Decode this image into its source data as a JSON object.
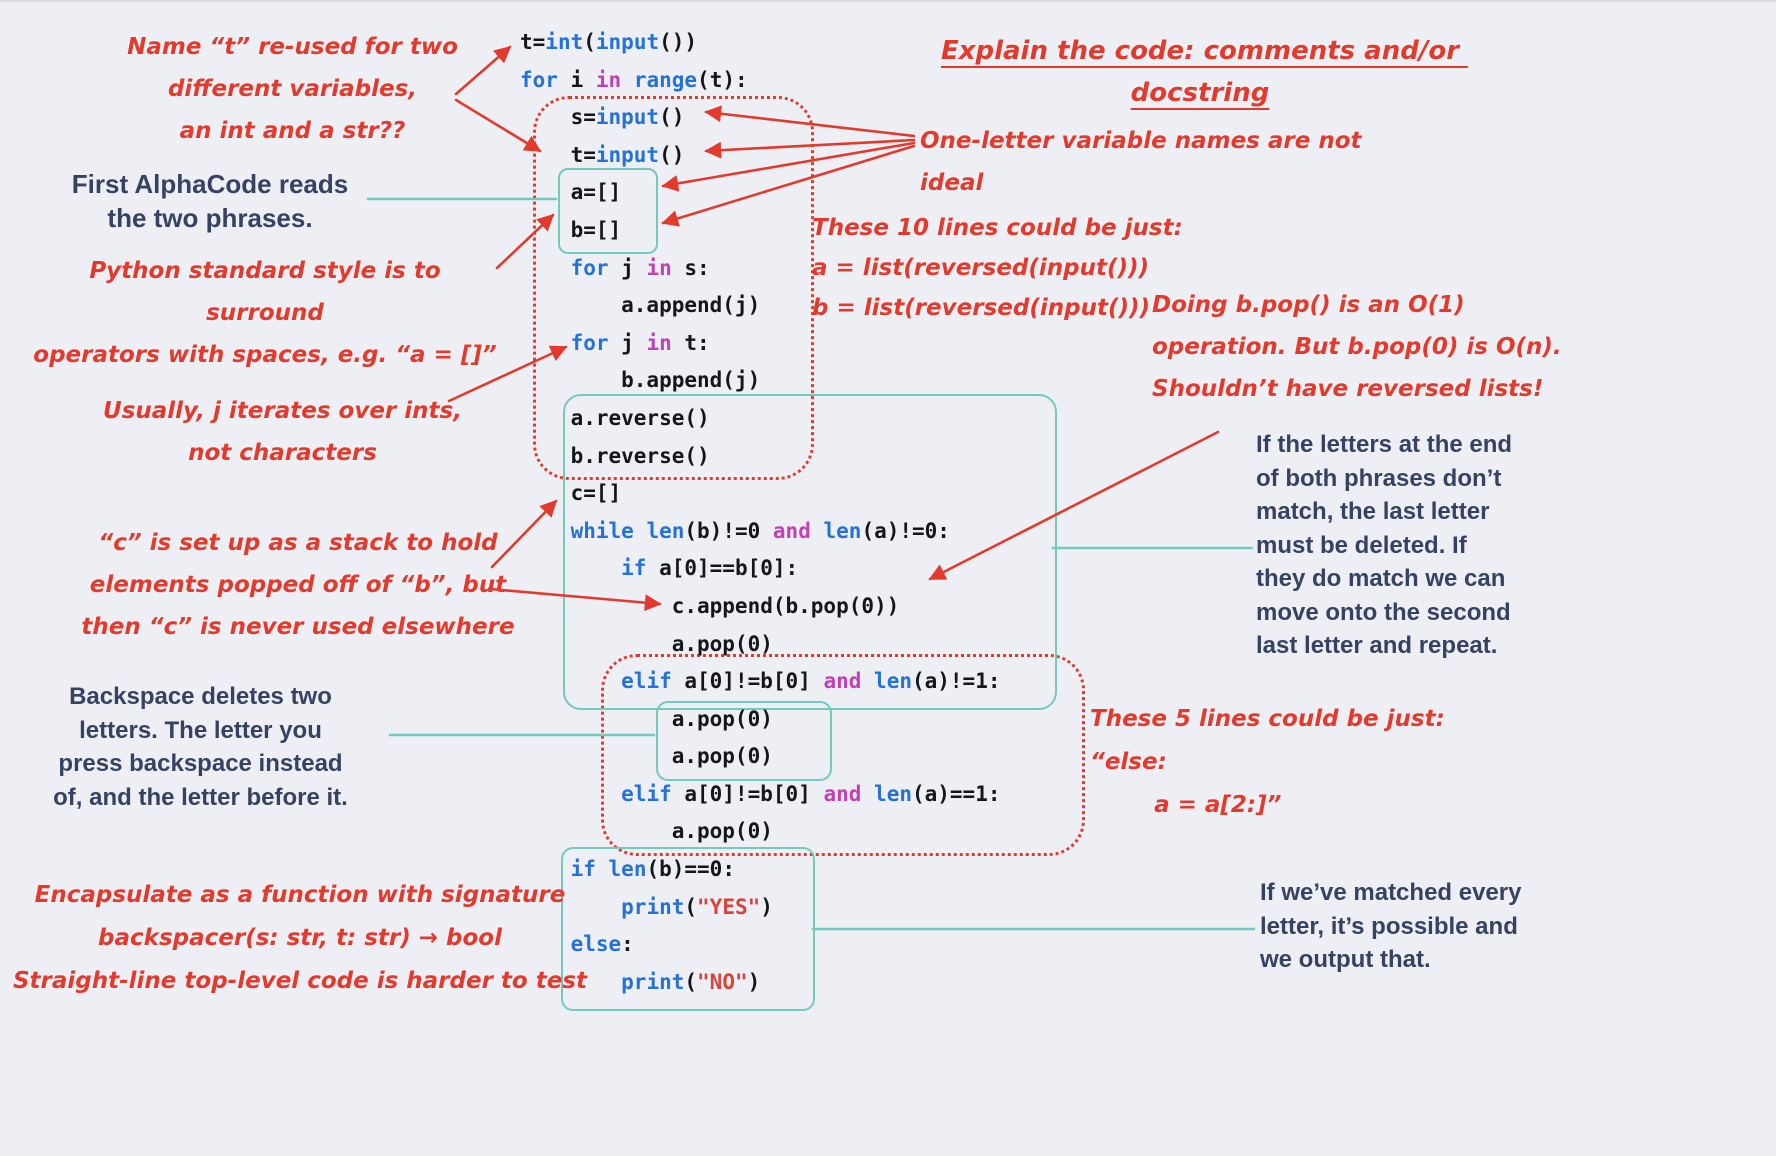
{
  "colors": {
    "bg": "#edeff4",
    "red": "#e23b2e",
    "navy": "#374263",
    "teal": "#74c9bf",
    "code_kw": "#2472d8",
    "code_op": "#c23fb5",
    "code_fn": "#2472d8",
    "code_str": "#d6443c",
    "code_text": "#14161b"
  },
  "code": {
    "keywords": [
      "for",
      "while",
      "if",
      "elif",
      "else"
    ],
    "logic_words": [
      "in",
      "and"
    ],
    "builtins": [
      "int",
      "input",
      "range",
      "len",
      "print",
      "reversed",
      "list"
    ],
    "lines": [
      "t=int(input())",
      "for i in range(t):",
      "    s=input()",
      "    t=input()",
      "    a=[]",
      "    b=[]",
      "    for j in s:",
      "        a.append(j)",
      "    for j in t:",
      "        b.append(j)",
      "    a.reverse()",
      "    b.reverse()",
      "    c=[]",
      "    while len(b)!=0 and len(a)!=0:",
      "        if a[0]==b[0]:",
      "            c.append(b.pop(0))",
      "            a.pop(0)",
      "        elif a[0]!=b[0] and len(a)!=1:",
      "            a.pop(0)",
      "            a.pop(0)",
      "        elif a[0]!=b[0] and len(a)==1:",
      "            a.pop(0)",
      "    if len(b)==0:",
      "        print(\"YES\")",
      "    else:",
      "        print(\"NO\")"
    ]
  },
  "annotations": {
    "reuse_t": "Name “t” re-used for two\ndifferent variables,\nan int and a str??",
    "explain": "Explain the code: comments and/or docstring",
    "one_letter": "One-letter variable names are not ideal",
    "first_reads": "First AlphaCode reads\nthe two phrases.",
    "py_style": "Python standard style is to surround\noperators with spaces, e.g. “a = []”",
    "usually_j": "Usually, j iterates over ints,\nnot characters",
    "ten_lines": "These 10 lines could be just:\na = list(reversed(input()))\nb = list(reversed(input()))",
    "bpop": "Doing b.pop() is an O(1)\noperation. But b.pop(0) is O(n).\nShouldn’t have reversed lists!",
    "c_stack": "“c” is set up as a stack to hold\nelements popped off of “b”, but\nthen “c” is never used elsewhere",
    "letters_end": "If the letters at the end\nof both phrases don’t\nmatch, the last letter\nmust be deleted. If\nthey do match we can\nmove onto the second\nlast letter and repeat.",
    "backspace": "Backspace deletes two\nletters. The letter you\npress backspace instead\nof, and the letter before it.",
    "five_lines": "These 5 lines could be just:\n“else:\n        a = a[2:]”",
    "encapsulate": "Encapsulate as a function with signature\nbackspacer(s: str, t: str) → bool\nStraight-line top-level code is harder to test",
    "matched": "If we’ve matched every\nletter, it’s possible and\nwe output that."
  }
}
